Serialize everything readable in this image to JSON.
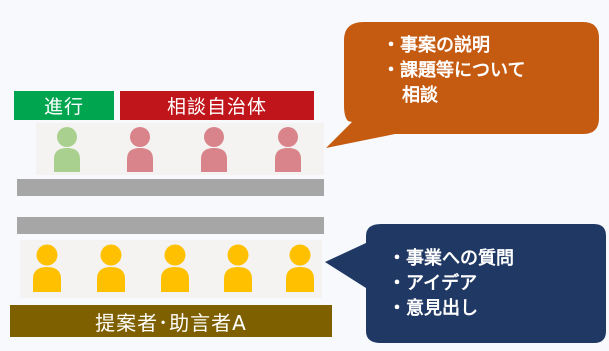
{
  "labels": {
    "facilitator": "進行",
    "municipality": "相談自治体",
    "proposers": "提案者･助言者A"
  },
  "callout_top": {
    "items": [
      "・事案の説明",
      "・課題等について",
      "相談"
    ]
  },
  "callout_bottom": {
    "items": [
      "・事業への質問",
      "・アイデア",
      "・意見出し"
    ]
  },
  "colors": {
    "facilitator_label": "#00a550",
    "municipality_label": "#c0161b",
    "proposers_label": "#7f6000",
    "facilitator_person": "#a9d08e",
    "municipality_person": "#d9848a",
    "proposer_person": "#ffc000",
    "callout_top": "#c55a11",
    "callout_bottom": "#203864",
    "table": "#a6a6a6"
  },
  "people": {
    "facilitator_count": 1,
    "municipality_count": 3,
    "proposer_count": 5
  }
}
